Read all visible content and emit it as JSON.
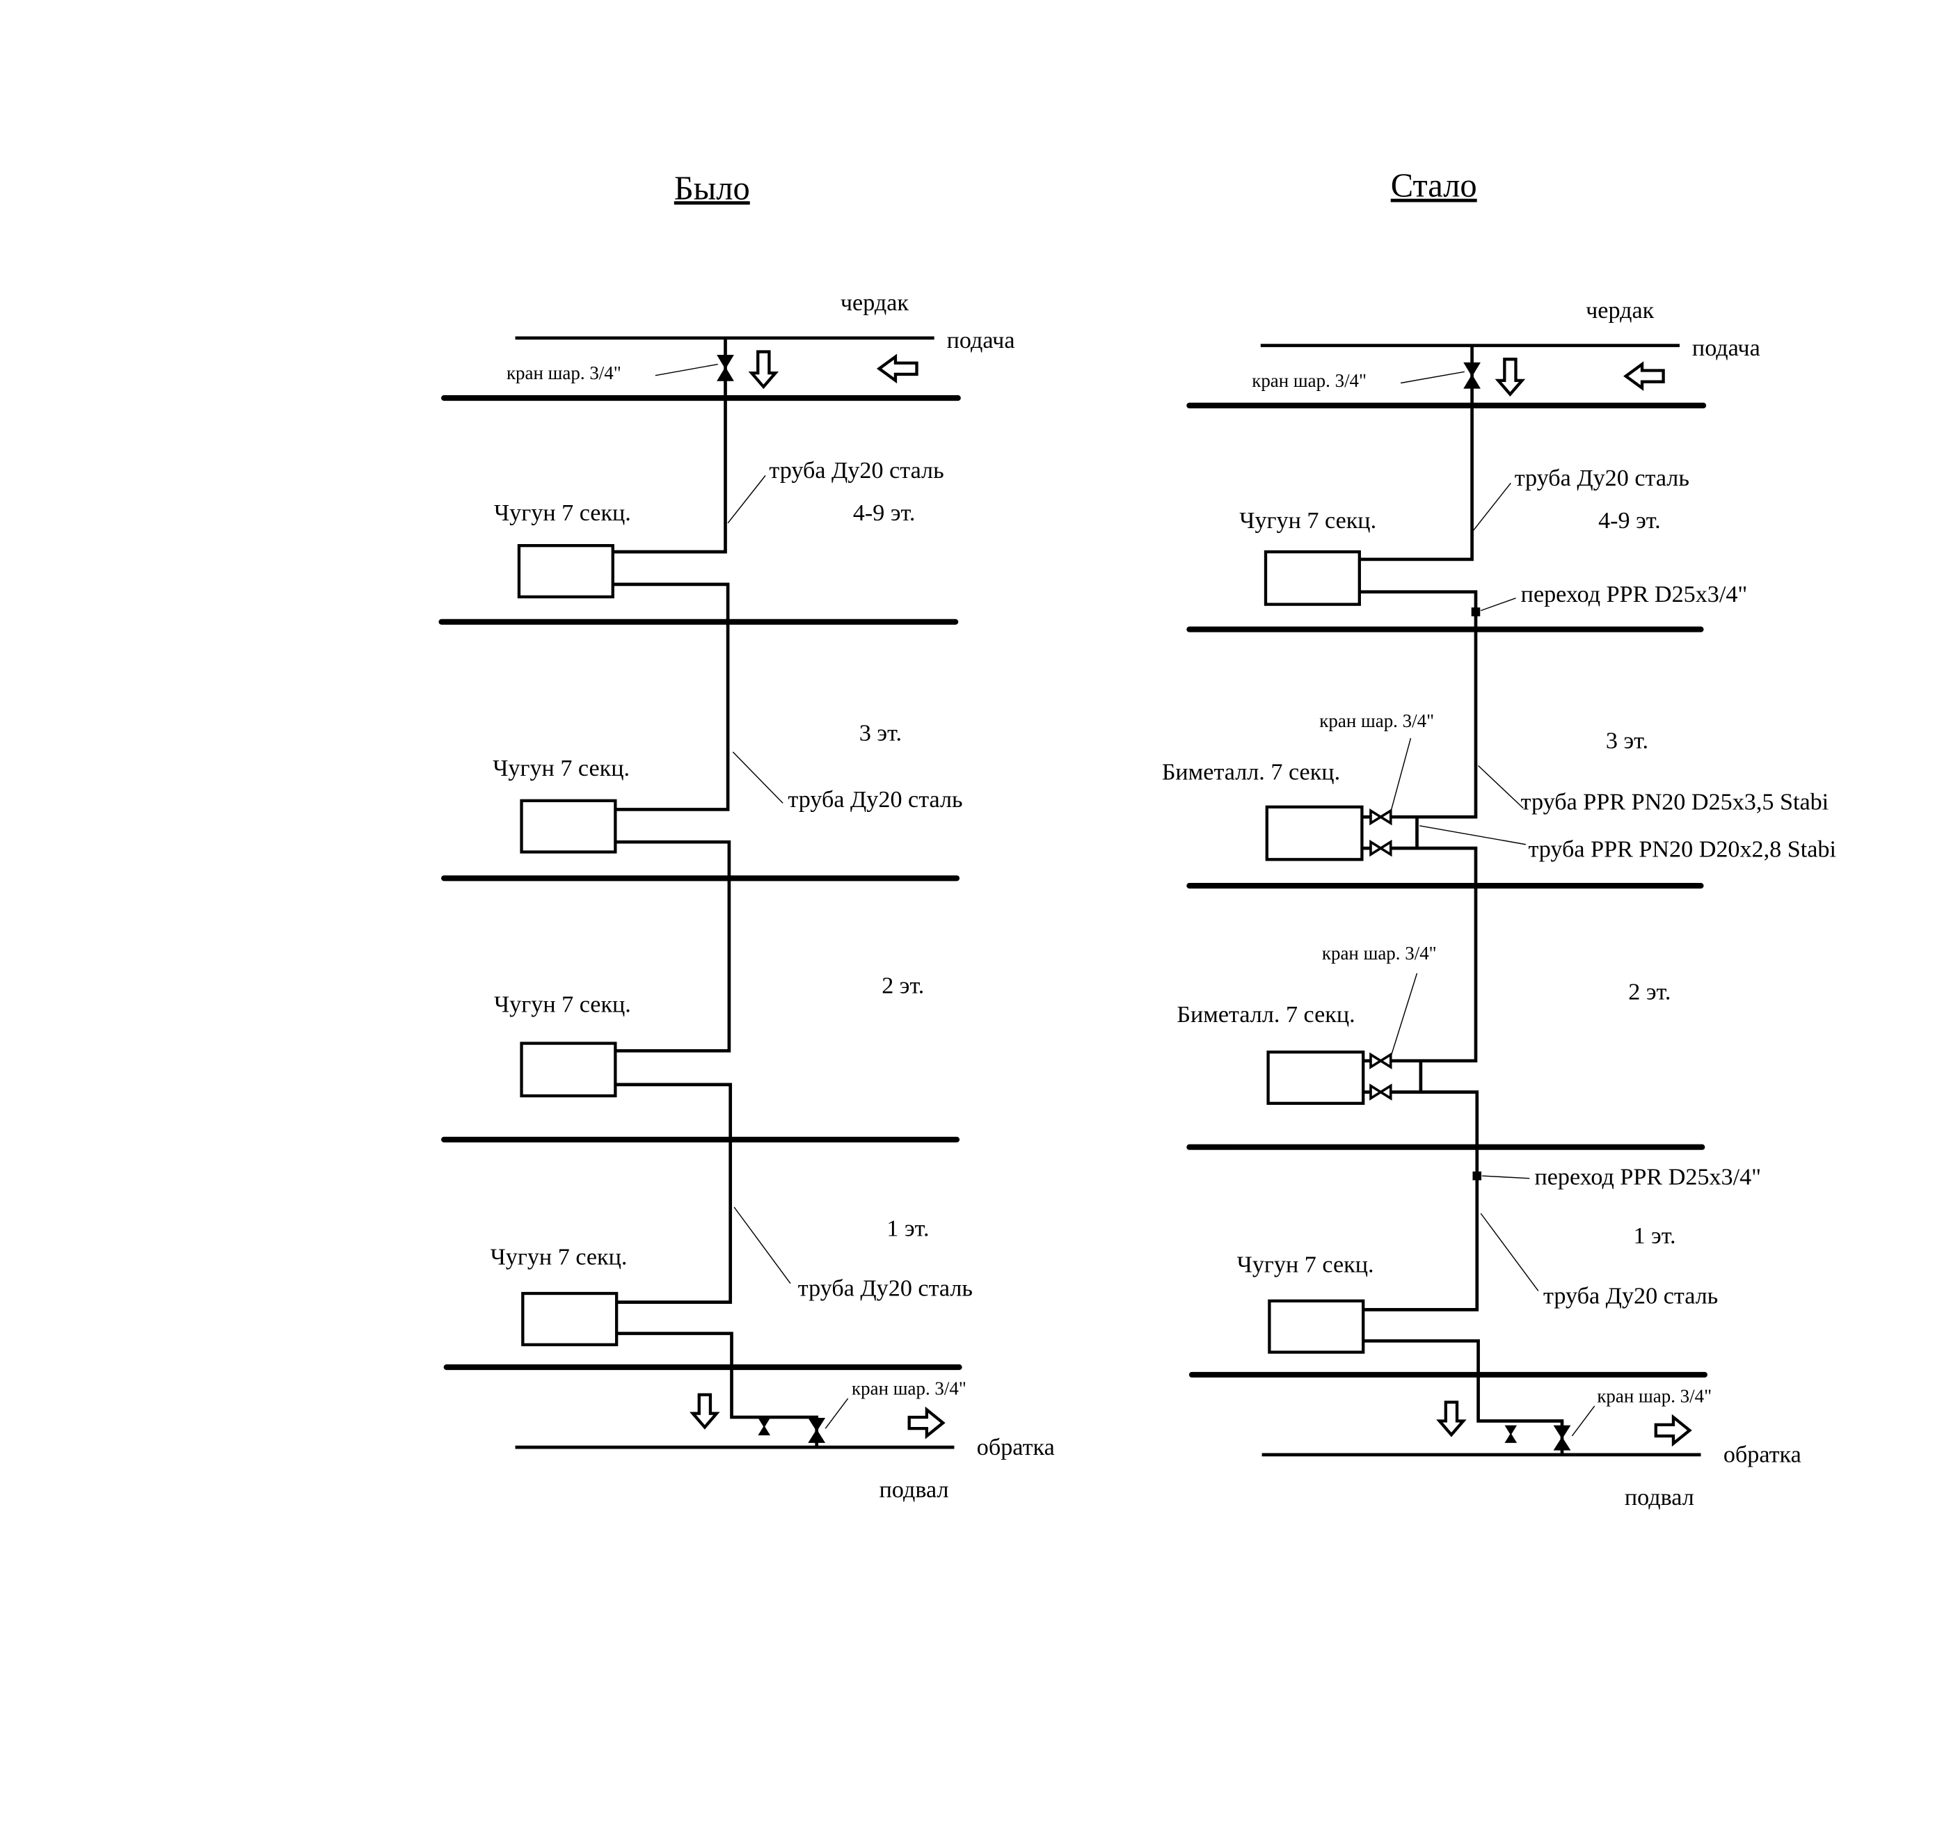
{
  "titles": {
    "before": "Было",
    "after": "Стало"
  },
  "before": {
    "attic": "чердак",
    "supply": "подача",
    "valve_top": "кран шар. 3/4\"",
    "pipe_top": "труба Ду20 сталь",
    "floors": [
      "4-9 эт.",
      "3 эт.",
      "2 эт.",
      "1 эт."
    ],
    "radiators": [
      "Чугун 7 секц.",
      "Чугун 7 секц.",
      "Чугун 7 секц.",
      "Чугун 7 секц."
    ],
    "pipe_mid": "труба Ду20 сталь",
    "pipe_low": "труба Ду20 сталь",
    "valve_bottom": "кран шар. 3/4\"",
    "return": "обратка",
    "basement": "подвал"
  },
  "after": {
    "attic": "чердак",
    "supply": "подача",
    "valve_top": "кран шар. 3/4\"",
    "pipe_top": "труба Ду20 сталь",
    "floors": [
      "4-9 эт.",
      "3 эт.",
      "2 эт.",
      "1 эт."
    ],
    "radiators": [
      "Чугун 7 секц.",
      "Биметалл. 7 секц.",
      "Биметалл. 7 секц.",
      "Чугун 7 секц."
    ],
    "transition_upper": "переход PPR D25x3/4\"",
    "transition_lower": "переход PPR D25x3/4\"",
    "valve_floor3": "кран шар. 3/4\"",
    "valve_floor2": "кран шар. 3/4\"",
    "pipe_ppr_25": "труба PPR PN20 D25x3,5 Stabi",
    "pipe_ppr_20": "труба PPR PN20 D20x2,8 Stabi",
    "pipe_low": "труба Ду20 сталь",
    "valve_bottom": "кран шар. 3/4\"",
    "return": "обратка",
    "basement": "подвал"
  }
}
